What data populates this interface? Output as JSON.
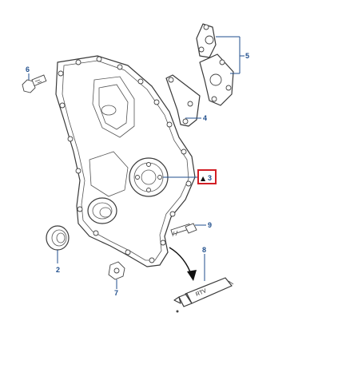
{
  "callouts": [
    {
      "id": "2",
      "label": "2"
    },
    {
      "id": "3",
      "label": "3"
    },
    {
      "id": "4",
      "label": "4"
    },
    {
      "id": "5",
      "label": "5"
    },
    {
      "id": "6",
      "label": "6"
    },
    {
      "id": "7",
      "label": "7"
    },
    {
      "id": "8",
      "label": "8"
    },
    {
      "id": "9",
      "label": "9"
    }
  ],
  "tube_text": "RTV",
  "highlight_color": "#d21f26",
  "callout_color": "#1f4e8c",
  "warning_symbol": "▲"
}
